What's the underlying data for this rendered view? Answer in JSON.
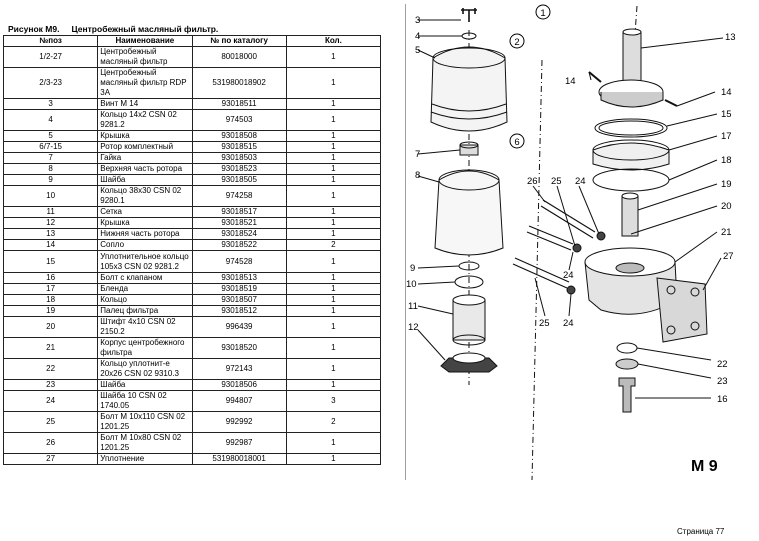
{
  "title": {
    "figure": "Рисунок М9.",
    "name": "Центробежный масляный фильтр."
  },
  "table": {
    "headers": [
      "№поз",
      "Наименование",
      "№ по каталогу",
      "Кол."
    ],
    "rows": [
      [
        "1/2-27",
        "Центробежный масляный фильтр",
        "80018000",
        "1"
      ],
      [
        "2/3-23",
        "Центробежный масляный фильтр RDP  3A",
        "531980018902",
        "1"
      ],
      [
        "3",
        "Винт М 14",
        "93018511",
        "1"
      ],
      [
        "4",
        "Кольцо 14x2  CSN 02 9281.2",
        "974503",
        "1"
      ],
      [
        "5",
        "Крышка",
        "93018508",
        "1"
      ],
      [
        "6/7-15",
        "Ротор комплектный",
        "93018515",
        "1"
      ],
      [
        "7",
        "Гайка",
        "93018503",
        "1"
      ],
      [
        "8",
        "Верхняя часть ротора",
        "93018523",
        "1"
      ],
      [
        "9",
        "Шайба",
        "93018505",
        "1"
      ],
      [
        "10",
        "Кольцо 38x30  CSN 02 9280.1",
        "974258",
        "1"
      ],
      [
        "11",
        "Сетка",
        "93018517",
        "1"
      ],
      [
        "12",
        "Крышка",
        "93018521",
        "1"
      ],
      [
        "13",
        "Нижняя часть ротора",
        "93018524",
        "1"
      ],
      [
        "14",
        "Сопло",
        "93018522",
        "2"
      ],
      [
        "15",
        "Уплотнительное кольцо 105x3  CSN 02 9281.2",
        "974528",
        "1"
      ],
      [
        "16",
        "Болт с клапаном",
        "93018513",
        "1"
      ],
      [
        "17",
        "Бленда",
        "93018519",
        "1"
      ],
      [
        "18",
        "Кольцо",
        "93018507",
        "1"
      ],
      [
        "19",
        "Палец фильтра",
        "93018512",
        "1"
      ],
      [
        "20",
        "Штифт 4x10  CSN 02 2150.2",
        "996439",
        "1"
      ],
      [
        "21",
        "Корпус центробежного фильтра",
        "93018520",
        "1"
      ],
      [
        "22",
        "Кольцо уплотнит-е 20x26  CSN 02 9310.3",
        "972143",
        "1"
      ],
      [
        "23",
        "Шайба",
        "93018506",
        "1"
      ],
      [
        "24",
        "Шайба 10  CSN 02 1740.05",
        "994807",
        "3"
      ],
      [
        "25",
        "Болт М 10x110  CSN 02 1201.25",
        "992992",
        "2"
      ],
      [
        "26",
        "Болт М 10x80  CSN 02 1201.25",
        "992987",
        "1"
      ],
      [
        "27",
        "Уплотнение",
        "531980018001",
        "1"
      ]
    ]
  },
  "drawing": {
    "callouts_circled": [
      "1",
      "2",
      "6"
    ],
    "callouts_left": [
      "3",
      "4",
      "5",
      "7",
      "8",
      "9",
      "10",
      "11",
      "12"
    ],
    "callouts_mid": [
      "26",
      "25",
      "24",
      "24",
      "24",
      "25"
    ],
    "callouts_right": [
      "13",
      "14",
      "14",
      "15",
      "17",
      "18",
      "19",
      "20",
      "21",
      "27",
      "22",
      "23",
      "16"
    ],
    "sheet_label": "М 9"
  },
  "footer": {
    "page": "Страница 77"
  }
}
